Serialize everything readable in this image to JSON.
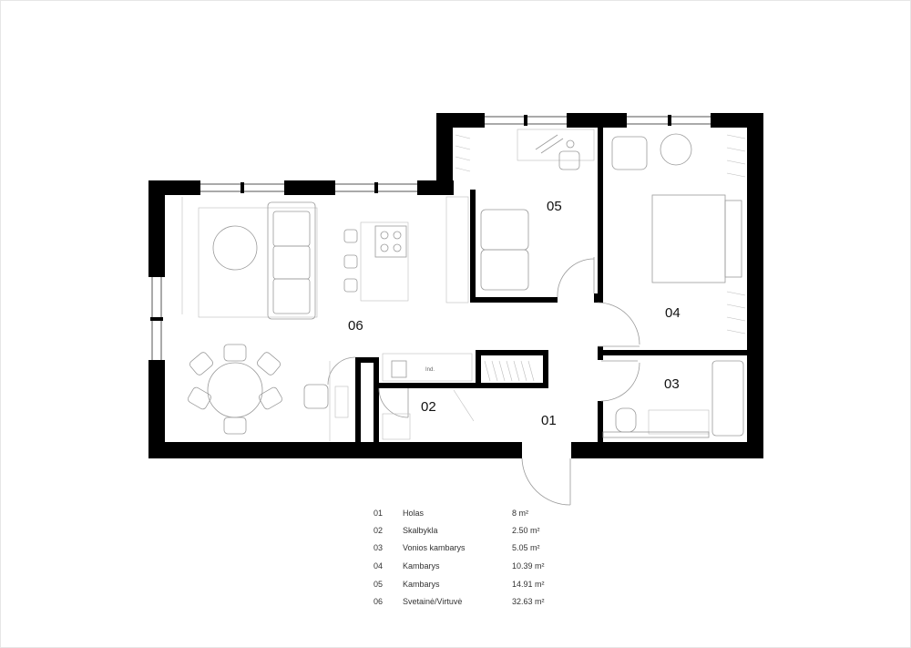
{
  "rooms": {
    "r01": "01",
    "r02": "02",
    "r03": "03",
    "r04": "04",
    "r05": "05",
    "r06": "06"
  },
  "fixture_text": {
    "induction": "Ind."
  },
  "legend": [
    {
      "num": "01",
      "name": "Holas",
      "area": "8 m²"
    },
    {
      "num": "02",
      "name": "Skalbykla",
      "area": "2.50 m²"
    },
    {
      "num": "03",
      "name": "Vonios kambarys",
      "area": "5.05 m²"
    },
    {
      "num": "04",
      "name": "Kambarys",
      "area": "10.39 m²"
    },
    {
      "num": "05",
      "name": "Kambarys",
      "area": "14.91 m²"
    },
    {
      "num": "06",
      "name": "Svetainė/Virtuvė",
      "area": "32.63 m²"
    }
  ],
  "colors": {
    "wall": "#000000",
    "furniture_line": "#9a9a9a",
    "background": "#ffffff"
  }
}
